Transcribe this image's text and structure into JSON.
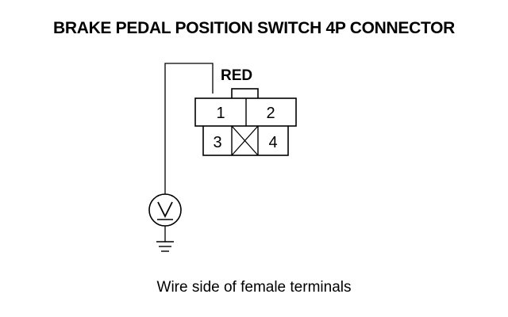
{
  "title": "BRAKE PEDAL POSITION SWITCH 4P CONNECTOR",
  "connector": {
    "color_label": "RED",
    "terminals": [
      {
        "number": "1",
        "label": "1",
        "status": "used"
      },
      {
        "number": "2",
        "label": "2",
        "status": "used"
      },
      {
        "number": "3",
        "label": "3",
        "status": "used"
      },
      {
        "number": "4",
        "label": "4",
        "status": "used"
      },
      {
        "number": "",
        "label": "",
        "status": "empty (X)"
      }
    ]
  },
  "meter": {
    "symbol": "V"
  },
  "caption": "Wire side of female terminals"
}
